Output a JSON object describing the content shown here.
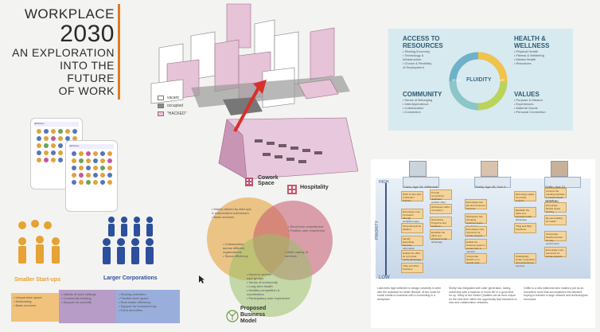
{
  "title": {
    "line1": "WORKPLACE",
    "line2": "2030",
    "line3": "AN EXPLORATION",
    "line4": "INTO THE FUTURE",
    "line5": "OF WORK"
  },
  "axo_legend": {
    "items": [
      {
        "label": "vacant",
        "color": "#ffffff"
      },
      {
        "label": "occupied",
        "color": "#8a8a8a"
      },
      {
        "label": "\"HACKED\"",
        "color": "#e6c3d6"
      }
    ]
  },
  "fluidity": {
    "center": "FLUIDITY",
    "work_label": "WORK",
    "life_label": "LIFE",
    "quadrants": [
      {
        "title_l1": "ACCESS TO",
        "title_l2": "RESOURCES",
        "bullets": [
          "• Sharing Economy",
          "• Technology &",
          "  Infrastructure",
          "• Choice & Flexibility",
          "  of Employment"
        ]
      },
      {
        "title_l1": "HEALTH &",
        "title_l2": "WELLNESS",
        "bullets": [
          "• Physical Health",
          "• Fitness & Wellbeing",
          "• Mental Health",
          "• Resources"
        ]
      },
      {
        "title_l1": "COMMUNITY",
        "title_l2": "",
        "bullets": [
          "• Sense of Belonging",
          "• Interdependence",
          "• Collaboration",
          "• Connection"
        ]
      },
      {
        "title_l1": "VALUES",
        "title_l2": "",
        "bullets": [
          "• Purpose & Mission",
          "• Experiences",
          "• Material Goods",
          "• Personal Connection"
        ]
      }
    ]
  },
  "tablets": {
    "left_header": "attributes",
    "right_header": "attributes"
  },
  "groups": {
    "small_label": "Smaller Start-ups",
    "large_label": "Larger Corporations",
    "small_needs": [
      "• Inexpensive space",
      "• Networking",
      "• Basic services"
    ],
    "middle_needs": [
      "• Variety of work settings",
      "• Community building",
      "• Support for work/life"
    ],
    "large_needs": [
      "• Sharing amenities",
      "• Flexible work space",
      "• Real estate efficiency",
      "• Support for business trips",
      "• Extra amenities"
    ]
  },
  "venn": {
    "cowork_l1": "Cowork",
    "cowork_l2": "Space",
    "hospitality": "Hospitality",
    "proposed_l1": "Proposed",
    "proposed_l2": "Business",
    "proposed_l3": "Model",
    "cowork_items": [
      "• Mainly utilized by start-ups",
      "  & independent contractors",
      "• Basic services"
    ],
    "hosp_items": [
      "• Short-term commitment",
      "• Positive user experience"
    ],
    "overlap_left": [
      "• Collaboration",
      "  across different",
      "  organizations",
      "• Space efficiency"
    ],
    "overlap_right": [
      "• Wide variety of",
      "  services"
    ],
    "model_items": [
      "• Users to service",
      "  user groups",
      "• Sense of community",
      "• Long-term health",
      "• Healthy competition &",
      "  coordination",
      "• Participatory user experience"
    ]
  },
  "journey": {
    "high": "HIGH",
    "low": "LOW",
    "priority": "PRIORITY",
    "personas": [
      "Carla, Age 28, Millennial",
      "Shelly, Age 45, Gen X",
      "Griffin, Age 31, Millennial"
    ],
    "captions": [
      "Laila feels high fulfilment in design creativity is seen with the assistant for better lifestyle, at the scale for social media or business with a connecting in a workplace.",
      "Shelly has integrated with older generation, taking ownership with a balance of home life in a good time for up. Many of the Desire Qualities set as trust output for the best time within the opportunity that transform to new and collaboration networks.",
      "Griffin is a new millennial who makes a job as an innovative more that accomplishes the demand, hoping to transfer a large network and technological resources."
    ],
    "notes_col1": [
      "Work & User plan & Direction Solution",
      "Encourage more innovation through workplace apps",
      "Personal tools for ideation",
      "Identify Expanding Services Information",
      "Enable the office as a physical media advantage",
      "\"Play and Plan\" Practices"
    ],
    "notes_col2": [
      "Provide connectivity, dedicated web/fax office services",
      "Workspace within connection",
      "Networking Programs and business...",
      "Establish the office at a physical media advantage"
    ],
    "notes_col3": [
      "Encourage new job and resources services",
      "Workspace has changing business space for sharing",
      "Encourage more resources for private projects",
      "Enable the business space to ensure from a member",
      "Incorporate flexible co to remain tools"
    ],
    "notes_col4": [
      "Encourage space for private projects",
      "Establish the office at a physical media advantage",
      "\"Plug and Play\" Functions",
      "Strategically locate competitive and environment services"
    ],
    "notes_col5": [
      "Connect the resulting activities in people based on skills & interests",
      "Encourage flexible space sharing",
      "Re-use building for health",
      "Incorporate flexible furniture for way environment",
      "Encourage more resources for private projects"
    ]
  }
}
